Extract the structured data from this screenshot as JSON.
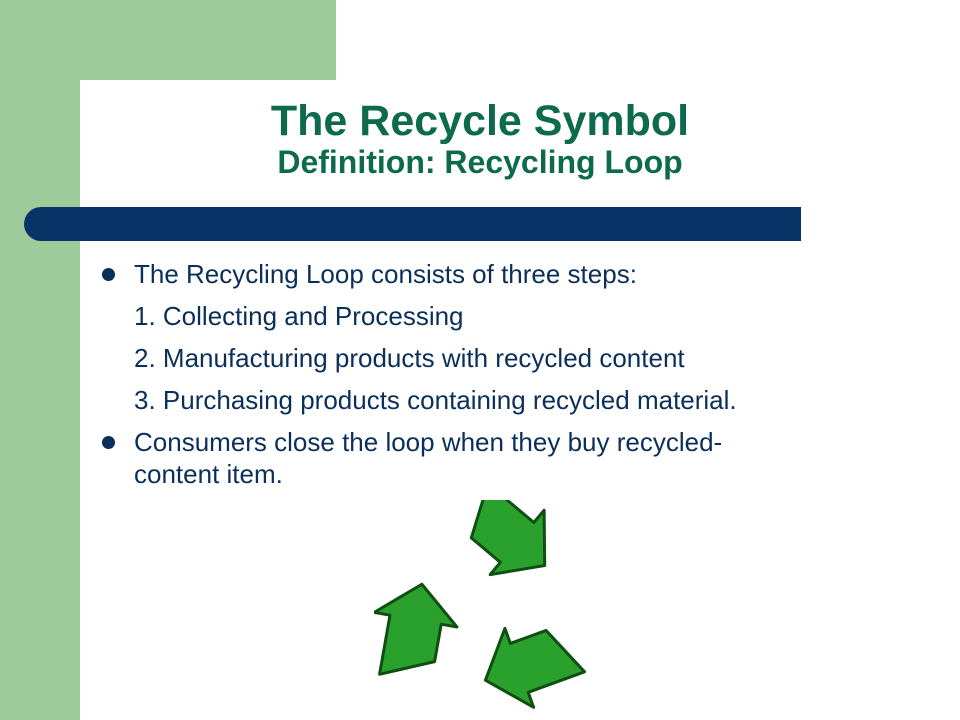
{
  "slide": {
    "title": "The Recycle Symbol",
    "subtitle": "Definition: Recycling Loop"
  },
  "content": {
    "bullet_1": "The Recycling Loop consists of three steps:",
    "steps": [
      "1. Collecting and Processing",
      "2. Manufacturing products with recycled content",
      "3. Purchasing products containing recycled material."
    ],
    "bullet_2_line1": "Consumers close the loop when they buy recycled-",
    "bullet_2_line2": "content item."
  },
  "image": {
    "icon": "recycle-symbol-icon"
  },
  "colors": {
    "green_band": "#9dcb9a",
    "title": "#0e6a4d",
    "rule": "#063466",
    "body_text": "#0a2f5a",
    "logo_green": "#2aa12d"
  }
}
